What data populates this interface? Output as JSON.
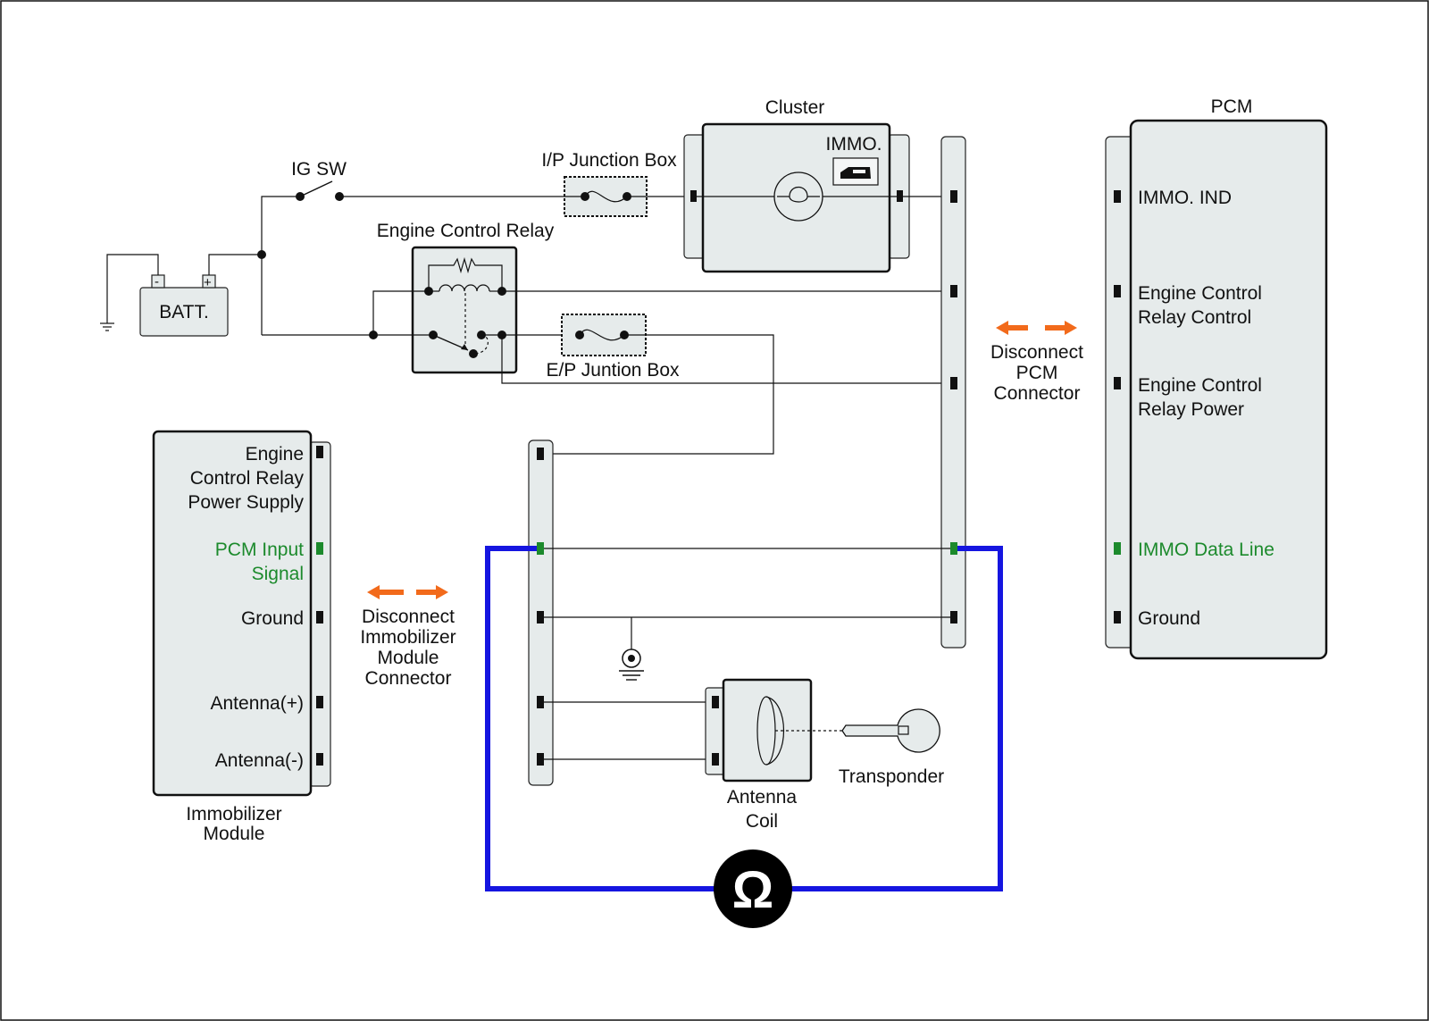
{
  "labels": {
    "cluster": "Cluster",
    "pcm": "PCM",
    "ig_sw": "IG SW",
    "ip_junction_box": "I/P Junction Box",
    "immo": "IMMO.",
    "engine_control_relay": "Engine Control Relay",
    "batt": "BATT.",
    "batt_minus": "-",
    "batt_plus": "+",
    "ep_junction_box": "E/P Juntion Box",
    "disconnect_pcm": [
      "Disconnect",
      "PCM",
      "Connector"
    ],
    "disconnect_immo": [
      "Disconnect",
      "Immobilizer",
      "Module",
      "Connector"
    ],
    "antenna_coil": [
      "Antenna",
      "Coil"
    ],
    "transponder": "Transponder",
    "immobilizer_module": [
      "Immobilizer",
      "Module"
    ],
    "ohm": "Ω"
  },
  "pcm_pins": {
    "immo_ind": "IMMO. IND",
    "ecr_control": [
      "Engine Control",
      "Relay Control"
    ],
    "ecr_power": [
      "Engine Control",
      "Relay Power"
    ],
    "immo_data_line": "IMMO Data Line",
    "ground": "Ground"
  },
  "immobilizer_pins": {
    "ecr_power_supply": [
      "Engine",
      "Control Relay",
      "Power Supply"
    ],
    "pcm_input_signal": [
      "PCM Input",
      "Signal"
    ],
    "ground": "Ground",
    "antenna_plus": "Antenna(+)",
    "antenna_minus": "Antenna(-)"
  },
  "colors": {
    "measurement_wire": "#1515e0",
    "highlight_green": "#1c8a2c",
    "arrow_orange": "#f26a1b",
    "component_fill": "#e6ebeb"
  }
}
